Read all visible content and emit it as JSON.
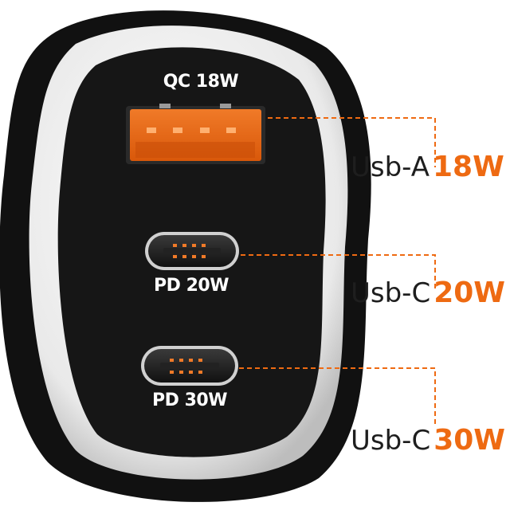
{
  "product": {
    "ports": [
      {
        "panel_label": "QC 18W",
        "type": "Usb-A",
        "watt": "18W"
      },
      {
        "panel_label": "PD 20W",
        "type": "Usb-C",
        "watt": "20W"
      },
      {
        "panel_label": "PD 30W",
        "type": "Usb-C",
        "watt": "30W"
      }
    ]
  },
  "colors": {
    "accent": "#ee6a12",
    "body": "#161616",
    "ring": "#e6e6e6",
    "callout_text": "#1e1e1e"
  }
}
